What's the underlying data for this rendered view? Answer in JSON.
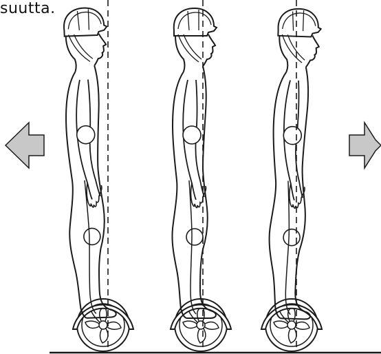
{
  "caption": {
    "fragment": "suutta."
  },
  "figures": [
    {
      "name": "rider-leaning-back"
    },
    {
      "name": "rider-upright"
    },
    {
      "name": "rider-leaning-forward"
    }
  ],
  "arrows": {
    "left": "backward-direction-arrow",
    "right": "forward-direction-arrow"
  },
  "colors": {
    "line": "#1a1a1a",
    "arrow_fill": "#c8c8c8",
    "background": "#ffffff"
  }
}
